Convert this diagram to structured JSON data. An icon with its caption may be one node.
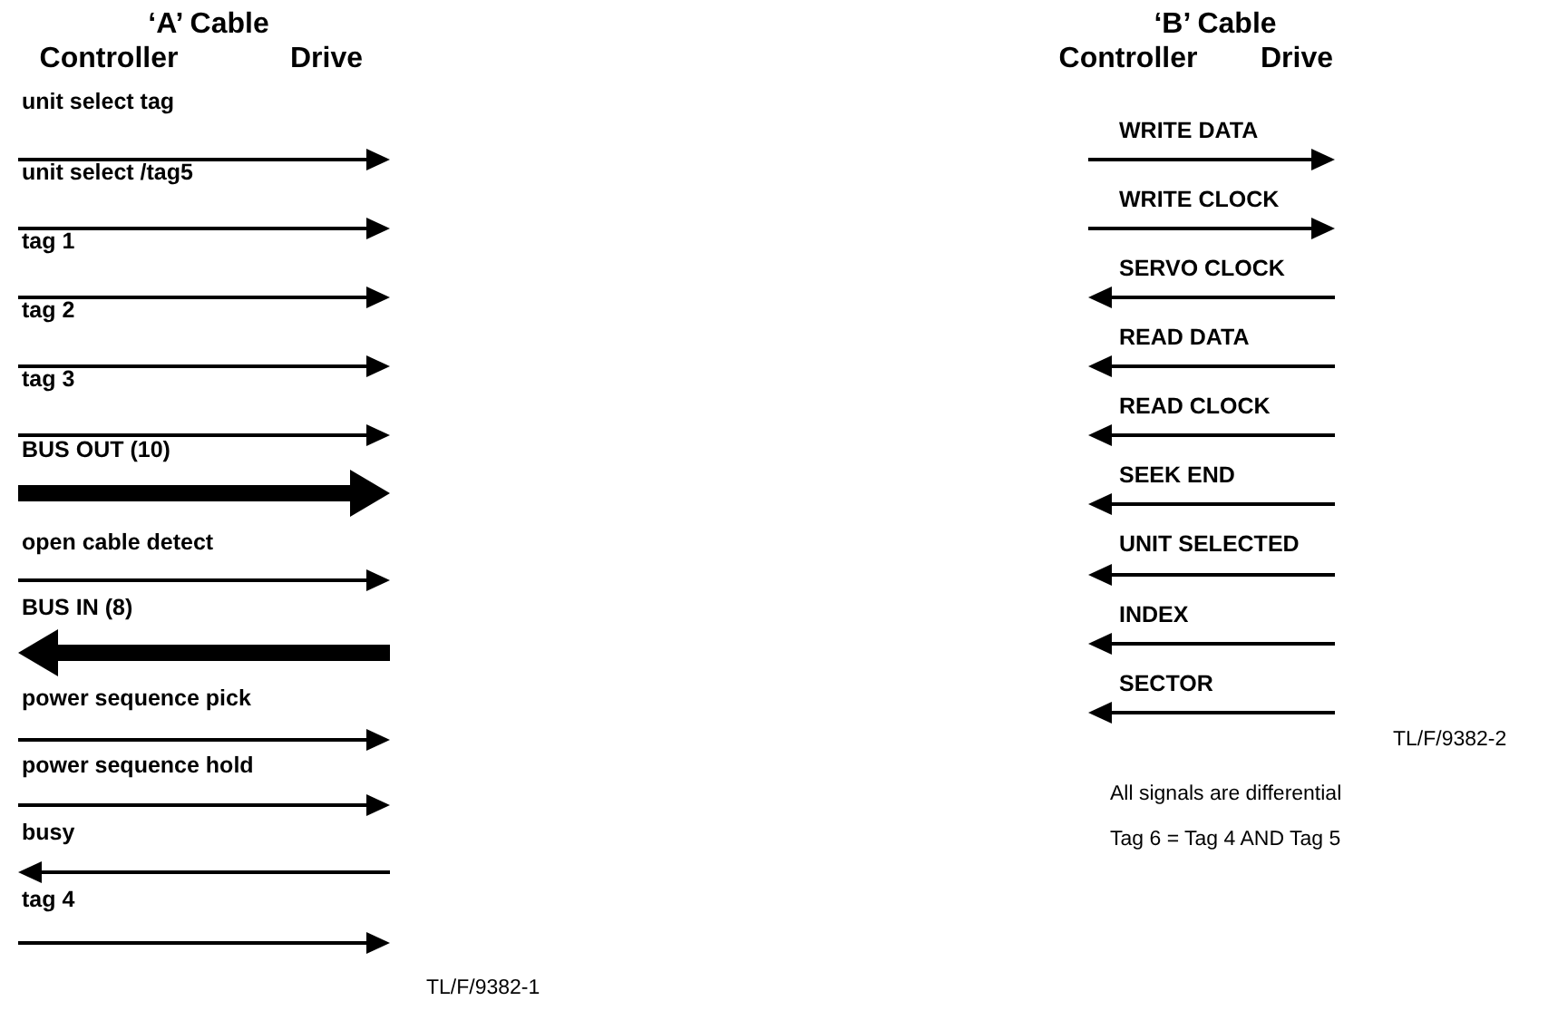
{
  "diagram": {
    "labels": [
      "‘A’ Cable",
      "Controller",
      "Drive",
      "unit select tag",
      "unit select /tag5",
      "tag 1",
      "tag 2",
      "tag 3",
      "BUS OUT (10)",
      "open cable detect",
      "BUS IN (8)",
      "power sequence pick",
      "power sequence hold",
      "busy",
      "tag 4",
      "TL/F/9382-1",
      "‘B’ Cable",
      "Controller",
      "Drive",
      "WRITE DATA",
      "WRITE CLOCK",
      "SERVO CLOCK",
      "READ DATA",
      "READ CLOCK",
      "SEEK END",
      "UNIT SELECTED",
      "INDEX",
      "SECTOR",
      "TL/F/9382-2",
      "All signals are differential",
      "Tag 6 = Tag 4 AND Tag 5"
    ]
  }
}
